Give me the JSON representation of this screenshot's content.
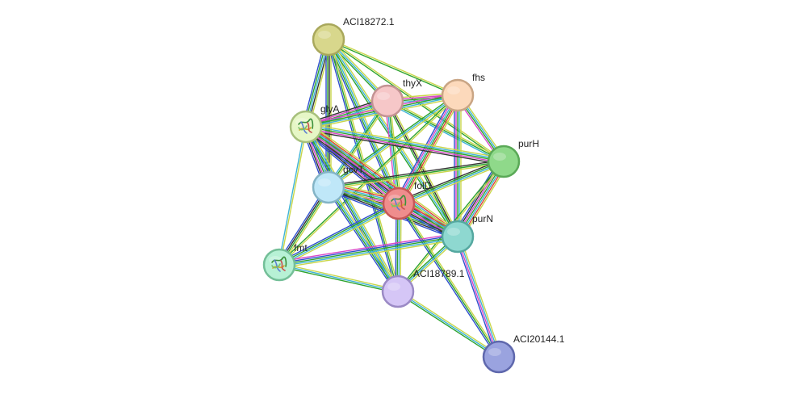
{
  "network": {
    "nodes": [
      {
        "id": "ACI18272.1",
        "label": "ACI18272.1",
        "fill": "#d8d78c",
        "stroke": "#a9a85c",
        "has_structure": false
      },
      {
        "id": "thyX",
        "label": "thyX",
        "fill": "#f6c7c8",
        "stroke": "#c49394",
        "has_structure": false
      },
      {
        "id": "fhs",
        "label": "fhs",
        "fill": "#fcd9bb",
        "stroke": "#c9a584",
        "has_structure": false
      },
      {
        "id": "glyA",
        "label": "glyA",
        "fill": "#e6f7c6",
        "stroke": "#a7c07c",
        "has_structure": true
      },
      {
        "id": "purH",
        "label": "purH",
        "fill": "#8fd98a",
        "stroke": "#5aa957",
        "has_structure": false
      },
      {
        "id": "gcvT",
        "label": "gcvT",
        "fill": "#bfe7f8",
        "stroke": "#84b4c6",
        "has_structure": false
      },
      {
        "id": "folD",
        "label": "folD",
        "fill": "#ef8d8d",
        "stroke": "#c65757",
        "has_structure": true,
        "query": true
      },
      {
        "id": "purN",
        "label": "purN",
        "fill": "#8ed8d0",
        "stroke": "#55a8a0",
        "has_structure": false
      },
      {
        "id": "fmt",
        "label": "fmt",
        "fill": "#b7f1d5",
        "stroke": "#74bf98",
        "has_structure": true
      },
      {
        "id": "ACI18789.1",
        "label": "ACI18789.1",
        "fill": "#d5c6f6",
        "stroke": "#9b8ac5",
        "has_structure": false
      },
      {
        "id": "ACI20144.1",
        "label": "ACI20144.1",
        "fill": "#9aa3df",
        "stroke": "#5f68ad",
        "has_structure": false
      }
    ],
    "edge_colors": {
      "textmining": "#c9d64a",
      "coexpression": "#333333",
      "database": "#3fb4d6",
      "experiments": "#d947c8",
      "neighborhood": "#2ea32e",
      "gene_fusion": "#e0433a",
      "cooccurrence": "#2f4fcf"
    },
    "edges": [
      {
        "a": "ACI18272.1",
        "b": "thyX",
        "types": [
          "textmining",
          "database",
          "neighborhood"
        ]
      },
      {
        "a": "ACI18272.1",
        "b": "fhs",
        "types": [
          "textmining",
          "neighborhood"
        ]
      },
      {
        "a": "ACI18272.1",
        "b": "glyA",
        "types": [
          "textmining",
          "coexpression",
          "database",
          "neighborhood",
          "cooccurrence"
        ]
      },
      {
        "a": "ACI18272.1",
        "b": "gcvT",
        "types": [
          "textmining",
          "coexpression",
          "neighborhood",
          "cooccurrence"
        ]
      },
      {
        "a": "ACI18272.1",
        "b": "folD",
        "types": [
          "textmining",
          "database",
          "neighborhood",
          "cooccurrence"
        ]
      },
      {
        "a": "ACI18272.1",
        "b": "purH",
        "types": [
          "textmining",
          "neighborhood"
        ]
      },
      {
        "a": "ACI18272.1",
        "b": "purN",
        "types": [
          "textmining",
          "database",
          "neighborhood"
        ]
      },
      {
        "a": "ACI18272.1",
        "b": "ACI18789.1",
        "types": [
          "textmining",
          "neighborhood",
          "cooccurrence"
        ]
      },
      {
        "a": "thyX",
        "b": "fhs",
        "types": [
          "textmining",
          "experiments",
          "neighborhood",
          "database"
        ]
      },
      {
        "a": "thyX",
        "b": "glyA",
        "types": [
          "textmining",
          "database",
          "neighborhood",
          "experiments",
          "coexpression"
        ]
      },
      {
        "a": "thyX",
        "b": "purH",
        "types": [
          "textmining",
          "neighborhood",
          "database"
        ]
      },
      {
        "a": "thyX",
        "b": "gcvT",
        "types": [
          "textmining",
          "neighborhood",
          "database"
        ]
      },
      {
        "a": "thyX",
        "b": "folD",
        "types": [
          "textmining",
          "neighborhood",
          "database",
          "experiments"
        ]
      },
      {
        "a": "thyX",
        "b": "purN",
        "types": [
          "textmining",
          "coexpression",
          "neighborhood"
        ]
      },
      {
        "a": "fhs",
        "b": "glyA",
        "types": [
          "textmining",
          "database",
          "neighborhood",
          "experiments"
        ]
      },
      {
        "a": "fhs",
        "b": "purH",
        "types": [
          "textmining",
          "database",
          "neighborhood",
          "experiments"
        ]
      },
      {
        "a": "fhs",
        "b": "gcvT",
        "types": [
          "textmining",
          "database",
          "neighborhood"
        ]
      },
      {
        "a": "fhs",
        "b": "folD",
        "types": [
          "textmining",
          "gene_fusion",
          "neighborhood",
          "database",
          "experiments",
          "cooccurrence"
        ]
      },
      {
        "a": "fhs",
        "b": "purN",
        "types": [
          "textmining",
          "database",
          "neighborhood",
          "experiments",
          "cooccurrence"
        ]
      },
      {
        "a": "fhs",
        "b": "fmt",
        "types": [
          "textmining",
          "neighborhood"
        ]
      },
      {
        "a": "glyA",
        "b": "purH",
        "types": [
          "textmining",
          "database",
          "neighborhood",
          "experiments",
          "coexpression"
        ]
      },
      {
        "a": "glyA",
        "b": "gcvT",
        "types": [
          "textmining",
          "database",
          "neighborhood",
          "experiments",
          "coexpression",
          "cooccurrence"
        ]
      },
      {
        "a": "glyA",
        "b": "folD",
        "types": [
          "textmining",
          "gene_fusion",
          "database",
          "neighborhood",
          "experiments",
          "coexpression",
          "cooccurrence"
        ]
      },
      {
        "a": "glyA",
        "b": "purN",
        "types": [
          "textmining",
          "gene_fusion",
          "database",
          "neighborhood",
          "experiments",
          "coexpression",
          "cooccurrence"
        ]
      },
      {
        "a": "glyA",
        "b": "fmt",
        "types": [
          "textmining",
          "database"
        ]
      },
      {
        "a": "glyA",
        "b": "ACI18789.1",
        "types": [
          "textmining",
          "database",
          "neighborhood",
          "cooccurrence"
        ]
      },
      {
        "a": "purH",
        "b": "gcvT",
        "types": [
          "textmining",
          "neighborhood",
          "coexpression"
        ]
      },
      {
        "a": "purH",
        "b": "folD",
        "types": [
          "textmining",
          "database",
          "neighborhood",
          "coexpression"
        ]
      },
      {
        "a": "purH",
        "b": "purN",
        "types": [
          "textmining",
          "gene_fusion",
          "database",
          "neighborhood",
          "experiments",
          "coexpression",
          "cooccurrence"
        ]
      },
      {
        "a": "purH",
        "b": "ACI18789.1",
        "types": [
          "textmining",
          "neighborhood"
        ]
      },
      {
        "a": "gcvT",
        "b": "folD",
        "types": [
          "textmining",
          "gene_fusion",
          "database",
          "neighborhood",
          "experiments",
          "coexpression",
          "cooccurrence"
        ]
      },
      {
        "a": "gcvT",
        "b": "purN",
        "types": [
          "textmining",
          "database",
          "neighborhood",
          "coexpression",
          "cooccurrence"
        ]
      },
      {
        "a": "gcvT",
        "b": "fmt",
        "types": [
          "textmining",
          "neighborhood",
          "coexpression",
          "cooccurrence"
        ]
      },
      {
        "a": "gcvT",
        "b": "ACI18789.1",
        "types": [
          "textmining",
          "database",
          "neighborhood",
          "cooccurrence"
        ]
      },
      {
        "a": "folD",
        "b": "purN",
        "types": [
          "textmining",
          "gene_fusion",
          "database",
          "neighborhood",
          "experiments",
          "coexpression",
          "cooccurrence"
        ]
      },
      {
        "a": "folD",
        "b": "fmt",
        "types": [
          "textmining",
          "database",
          "neighborhood",
          "cooccurrence"
        ]
      },
      {
        "a": "folD",
        "b": "ACI18789.1",
        "types": [
          "textmining",
          "database",
          "neighborhood",
          "cooccurrence"
        ]
      },
      {
        "a": "folD",
        "b": "ACI20144.1",
        "types": [
          "textmining",
          "neighborhood",
          "cooccurrence"
        ]
      },
      {
        "a": "purN",
        "b": "fmt",
        "types": [
          "textmining",
          "database",
          "neighborhood",
          "cooccurrence",
          "experiments"
        ]
      },
      {
        "a": "purN",
        "b": "ACI18789.1",
        "types": [
          "textmining",
          "database",
          "neighborhood"
        ]
      },
      {
        "a": "purN",
        "b": "ACI20144.1",
        "types": [
          "textmining",
          "database",
          "experiments",
          "cooccurrence"
        ]
      },
      {
        "a": "fmt",
        "b": "ACI18789.1",
        "types": [
          "textmining",
          "database",
          "neighborhood"
        ]
      },
      {
        "a": "ACI18789.1",
        "b": "ACI20144.1",
        "types": [
          "textmining",
          "database",
          "neighborhood"
        ]
      }
    ]
  }
}
